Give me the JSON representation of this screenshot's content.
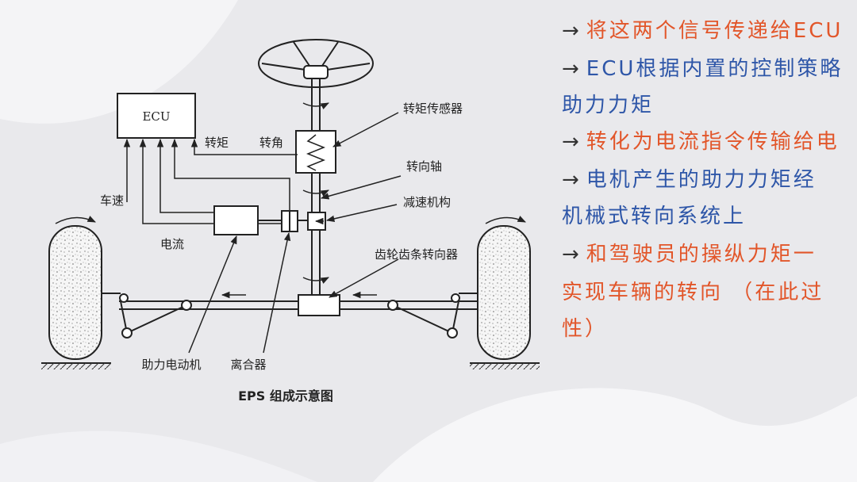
{
  "diagram": {
    "caption": "EPS 组成示意图",
    "labels": {
      "ecu": "ECU",
      "torque_sensor": "转矩传感器",
      "torque": "转矩",
      "angle": "转角",
      "steering_shaft": "转向轴",
      "vehicle_speed": "车速",
      "reducer": "减速机构",
      "current": "电流",
      "rack_gear": "齿轮齿条转向器",
      "assist_motor": "助力电动机",
      "clutch": "离合器"
    }
  },
  "notes": {
    "arrow_symbol": "→",
    "colors": {
      "orange": "#e2562a",
      "blue": "#2e56a8"
    },
    "lines": [
      {
        "arrow": true,
        "text": "将这两个信号传递给ECU",
        "color": "orange"
      },
      {
        "arrow": true,
        "text": "ECU根据内置的控制策略",
        "color": "blue"
      },
      {
        "arrow": false,
        "text": "助力力矩",
        "color": "blue"
      },
      {
        "arrow": true,
        "text": "转化为电流指令传输给电",
        "color": "orange"
      },
      {
        "arrow": true,
        "text": "电机产生的助力力矩经",
        "color": "blue"
      },
      {
        "arrow": false,
        "text": "机械式转向系统上",
        "color": "blue"
      },
      {
        "arrow": true,
        "text": "和驾驶员的操纵力矩一",
        "color": "orange"
      },
      {
        "arrow": false,
        "text": "实现车辆的转向 （在此过",
        "color": "orange"
      },
      {
        "arrow": false,
        "text": "性）",
        "color": "orange"
      }
    ]
  }
}
